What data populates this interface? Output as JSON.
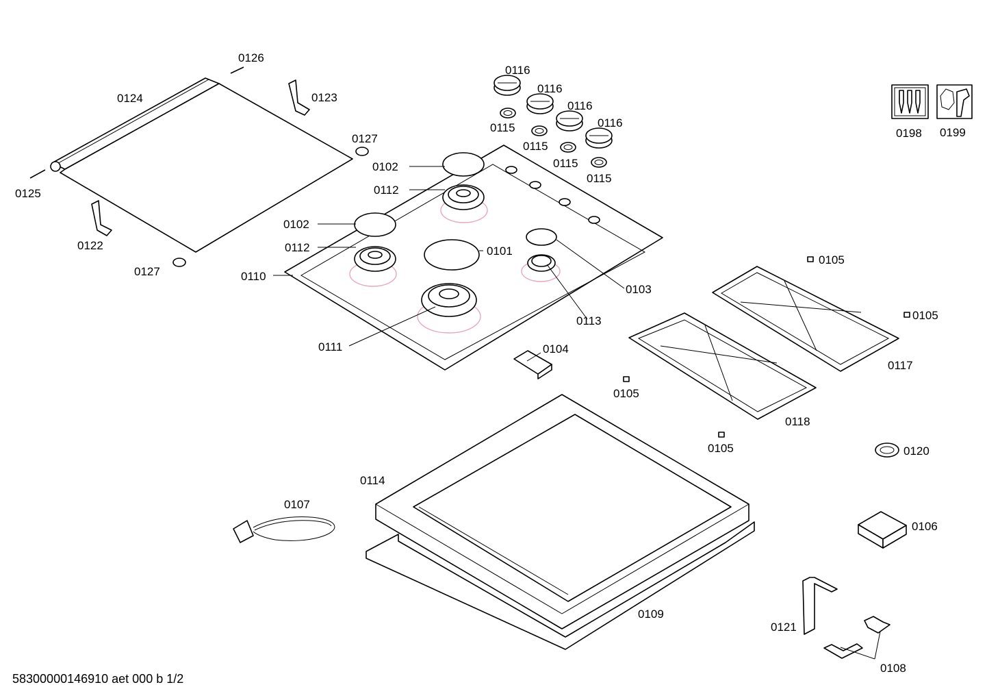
{
  "footer": {
    "code": "58300000146910 aet 000 b 1/2"
  },
  "labels": {
    "p0101": "0101",
    "p0102a": "0102",
    "p0102b": "0102",
    "p0103": "0103",
    "p0104": "0104",
    "p0105a": "0105",
    "p0105b": "0105",
    "p0105c": "0105",
    "p0105d": "0105",
    "p0106": "0106",
    "p0107": "0107",
    "p0108": "0108",
    "p0109": "0109",
    "p0110": "0110",
    "p0111": "0111",
    "p0112a": "0112",
    "p0112b": "0112",
    "p0113": "0113",
    "p0114": "0114",
    "p0115a": "0115",
    "p0115b": "0115",
    "p0115c": "0115",
    "p0115d": "0115",
    "p0116a": "0116",
    "p0116b": "0116",
    "p0116c": "0116",
    "p0116d": "0116",
    "p0117": "0117",
    "p0118": "0118",
    "p0120": "0120",
    "p0121": "0121",
    "p0122": "0122",
    "p0123": "0123",
    "p0124": "0124",
    "p0125": "0125",
    "p0126": "0126",
    "p0127a": "0127",
    "p0127b": "0127",
    "p0198": "0198",
    "p0199": "0199"
  },
  "icons": {
    "tools": "screwdriver-set-icon",
    "service": "wrench-nut-icon"
  }
}
